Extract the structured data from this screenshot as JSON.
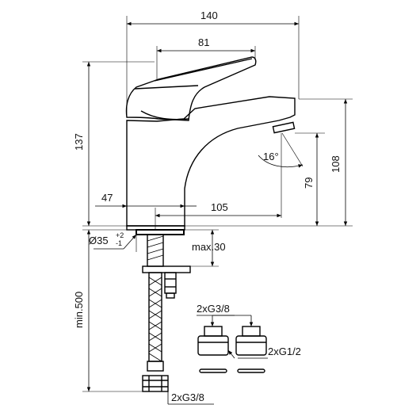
{
  "dimensions": {
    "overall_width": "140",
    "handle_width": "81",
    "body_height": "137",
    "spout_height": "108",
    "outlet_height": "79",
    "spout_angle": "16°",
    "base_offset": "47",
    "spout_reach": "105",
    "mount_diameter": "Ø35",
    "mount_tol_plus": "+2",
    "mount_tol_minus": "-1",
    "max_thickness": "max.30",
    "hose_length": "min.500",
    "connector_g38_upper": "2xG3/8",
    "connector_g12": "2xG1/2",
    "connector_g38_lower": "2xG3/8"
  }
}
